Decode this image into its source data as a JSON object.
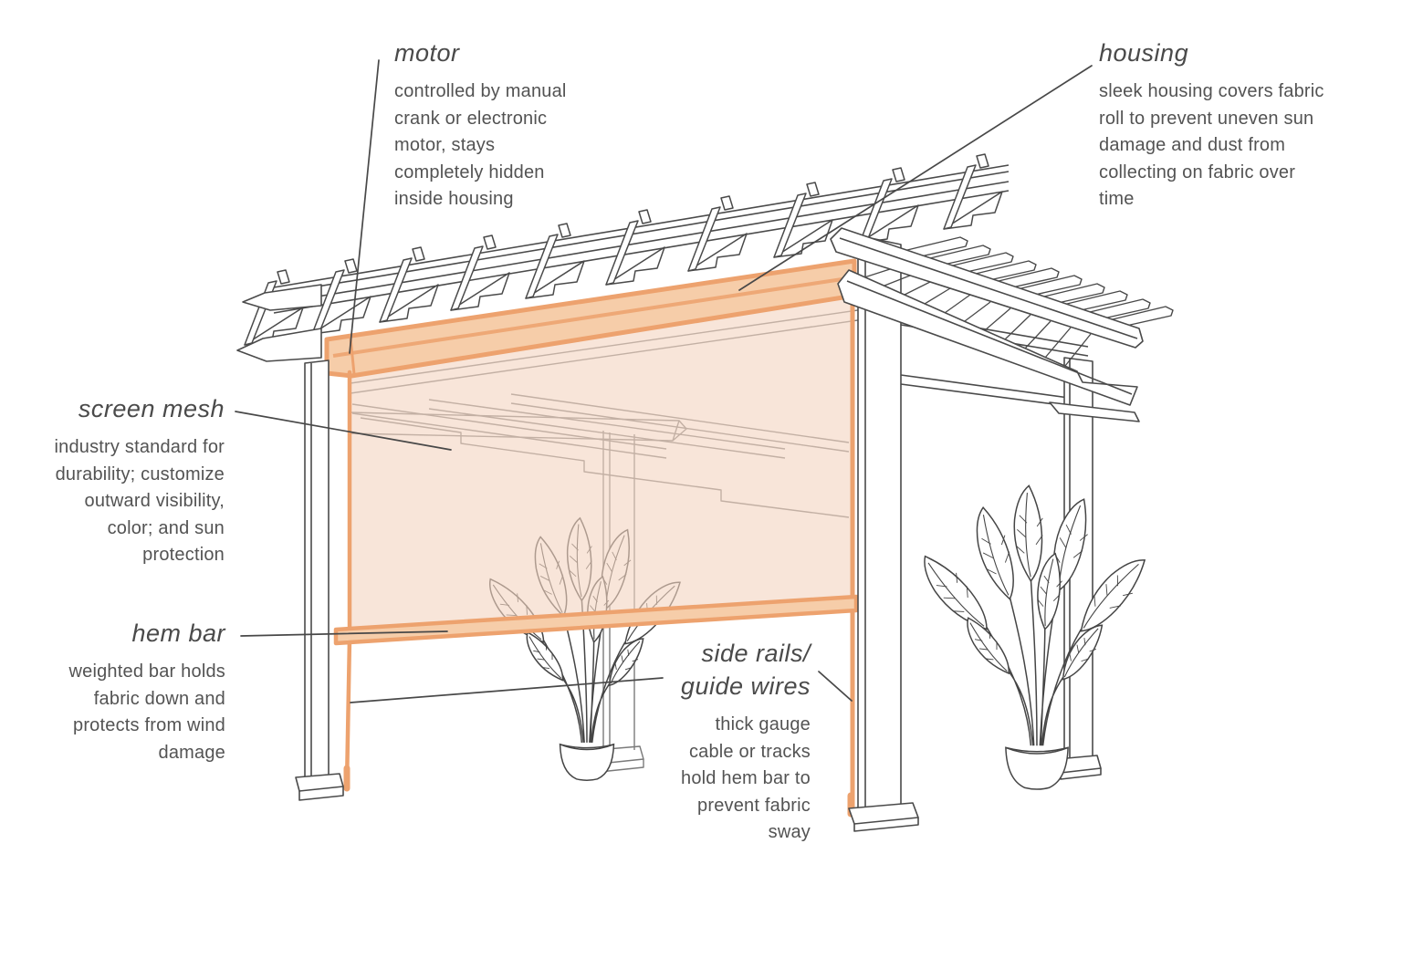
{
  "annotations": {
    "motor": {
      "label": "motor",
      "desc": [
        "controlled by manual",
        "crank or electronic",
        "motor, stays",
        "completely hidden",
        "inside housing"
      ]
    },
    "housing": {
      "label": "housing",
      "desc": [
        "sleek housing covers fabric",
        "roll to prevent uneven sun",
        "damage and dust from",
        "collecting on fabric over",
        "time"
      ]
    },
    "screen_mesh": {
      "label": "screen mesh",
      "desc": [
        "industry standard for",
        "durability; customize",
        "outward visibility,",
        "color; and sun",
        "protection"
      ]
    },
    "hem_bar": {
      "label": "hem bar",
      "desc": [
        "weighted bar holds",
        "fabric down and",
        "protects from wind",
        "damage"
      ]
    },
    "side_rails": {
      "label_line1": "side rails/",
      "label_line2": "guide wires",
      "desc": [
        "thick gauge",
        "cable or tracks",
        "hold hem bar to",
        "prevent fabric",
        "sway"
      ]
    }
  },
  "colors": {
    "line": "#4a4a4a",
    "behind_line": "#7a7a7a",
    "accent_orange": "#eda26e",
    "accent_fill": "#f6cda9",
    "screen_fill": "#f3d4bf",
    "text": "#4d4d4d"
  }
}
